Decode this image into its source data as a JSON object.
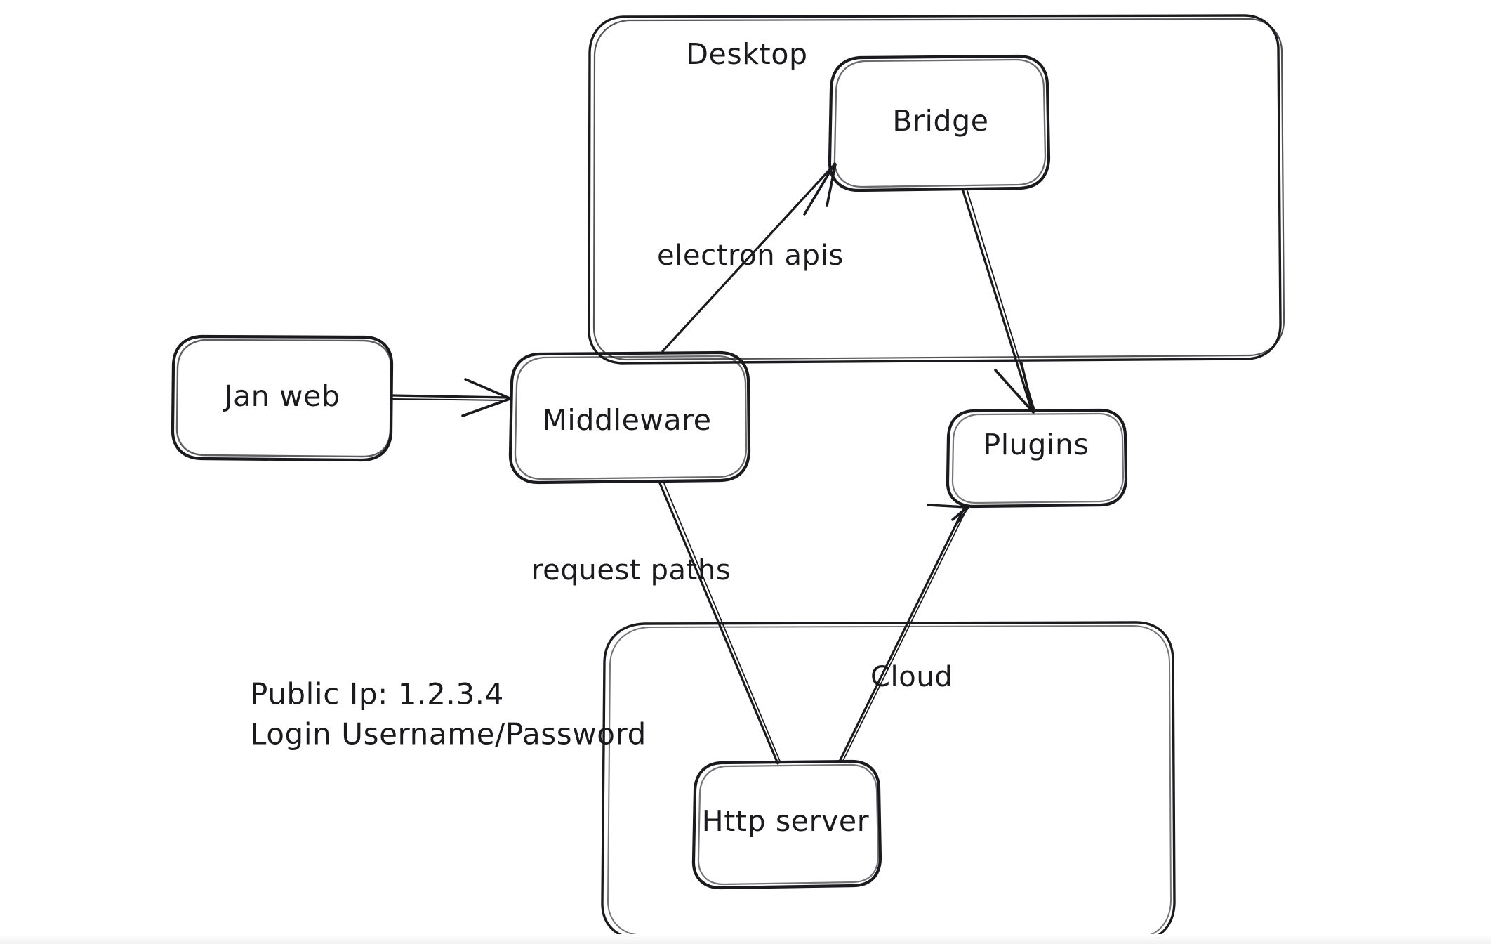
{
  "diagram": {
    "title_hidden": "",
    "containers": [
      {
        "id": "desktop",
        "label": "Desktop"
      },
      {
        "id": "cloud-box",
        "label": ""
      }
    ],
    "nodes": [
      {
        "id": "jan-web",
        "label": "Jan web"
      },
      {
        "id": "middleware",
        "label": "Middleware"
      },
      {
        "id": "bridge",
        "label": "Bridge"
      },
      {
        "id": "plugins",
        "label": "Plugins"
      },
      {
        "id": "http-server",
        "label": "Http server"
      }
    ],
    "edge_labels": [
      {
        "id": "electron-apis",
        "label": "electron apis"
      },
      {
        "id": "request-paths",
        "label": "request paths"
      },
      {
        "id": "cloud",
        "label": "Cloud"
      }
    ],
    "notes": {
      "line1": "Public Ip: 1.2.3.4",
      "line2": "Login Username/Password"
    },
    "colors": {
      "ink": "#1b1b1f",
      "background": "#ffffff"
    }
  }
}
